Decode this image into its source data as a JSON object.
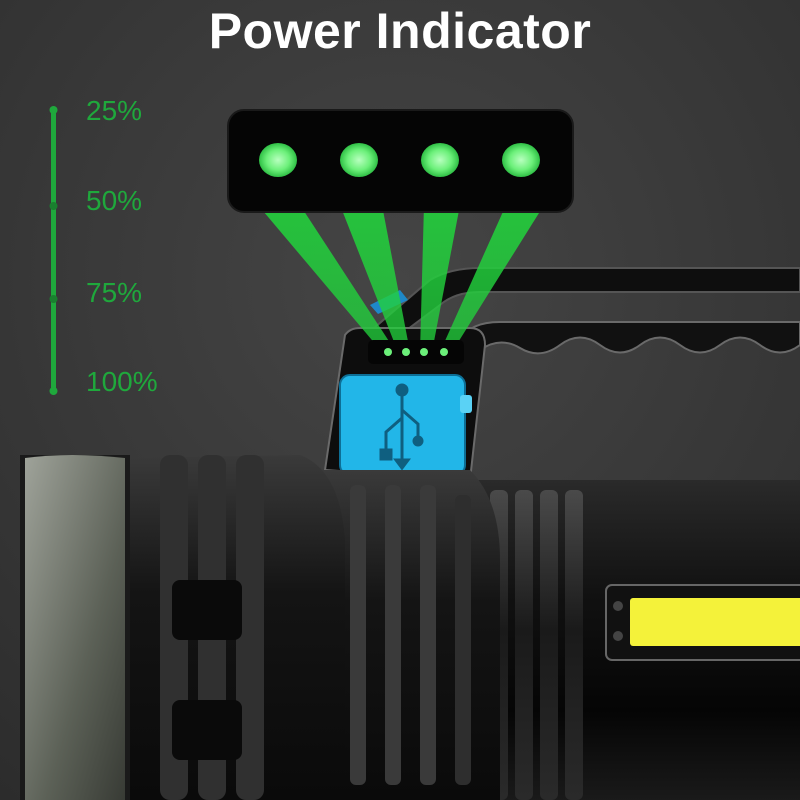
{
  "title": "Power Indicator",
  "levels": [
    "25%",
    "50%",
    "75%",
    "100%"
  ],
  "indicator_leds": 4,
  "colors": {
    "background": "#3a3a3a",
    "indicator_green": "#1fa83c",
    "led_green": "#6cf07a",
    "usb_port": "#22b6e8",
    "cob_light": "#f4f23a"
  },
  "icons": [
    "usb-icon"
  ]
}
